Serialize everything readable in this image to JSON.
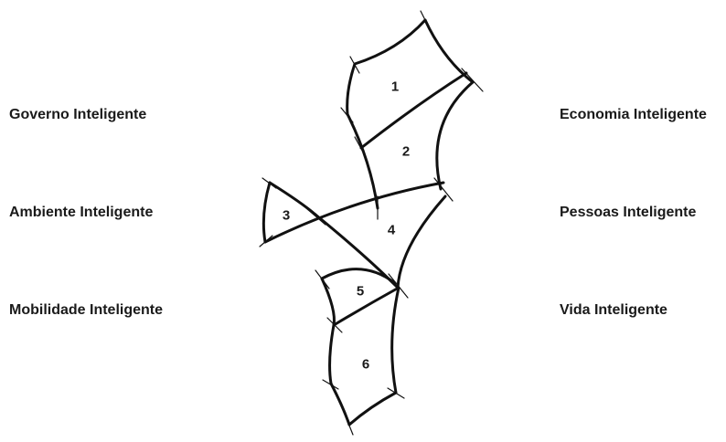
{
  "labels": {
    "left": [
      "Governo Inteligente",
      "Ambiente Inteligente",
      "Mobilidade Inteligente"
    ],
    "right": [
      "Economia Inteligente",
      "Pessoas Inteligente",
      "Vida Inteligente"
    ]
  },
  "regions": [
    "1",
    "2",
    "3",
    "4",
    "5",
    "6"
  ],
  "colors": {
    "line": "#111111",
    "text": "#1a1a1a",
    "background": "#ffffff"
  }
}
